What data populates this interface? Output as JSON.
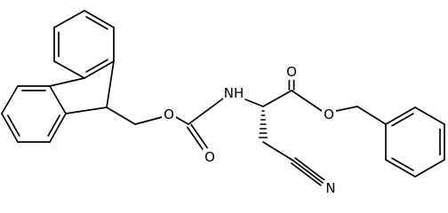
{
  "labels": {
    "o_ether": "O",
    "o_carbonyl_carbamate": "O",
    "nh": "NH",
    "o_carbonyl_ester": "O",
    "o_ester": "O",
    "nitrile_n": "N"
  }
}
